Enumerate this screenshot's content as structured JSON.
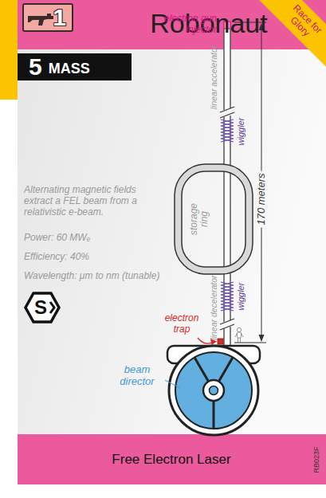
{
  "diagram": {
    "title": "Robonaut",
    "caption": "Free Electron Laser",
    "nodes": [
      {
        "text": [
          "1"
        ]
      },
      {
        "text": [
          "Race for Glory"
        ]
      },
      {
        "text": [
          "5",
          "MASS"
        ]
      },
      {
        "text": [
          "storage ring"
        ]
      },
      {
        "text": [
          "S"
        ]
      }
    ],
    "labels": [
      "electron gun injector",
      "linear accelerator",
      "wiggler",
      "170 meters",
      "Alternating magnetic fields extract a FEL beam from a relativistic e-beam.",
      "Power: 60 MWₑ",
      "Efficiency: 40%",
      "Wavelength: μm to nm (tunable)",
      "wiggler",
      "electron trap",
      "linear decelerator",
      "beam director",
      "RB023F"
    ]
  }
}
